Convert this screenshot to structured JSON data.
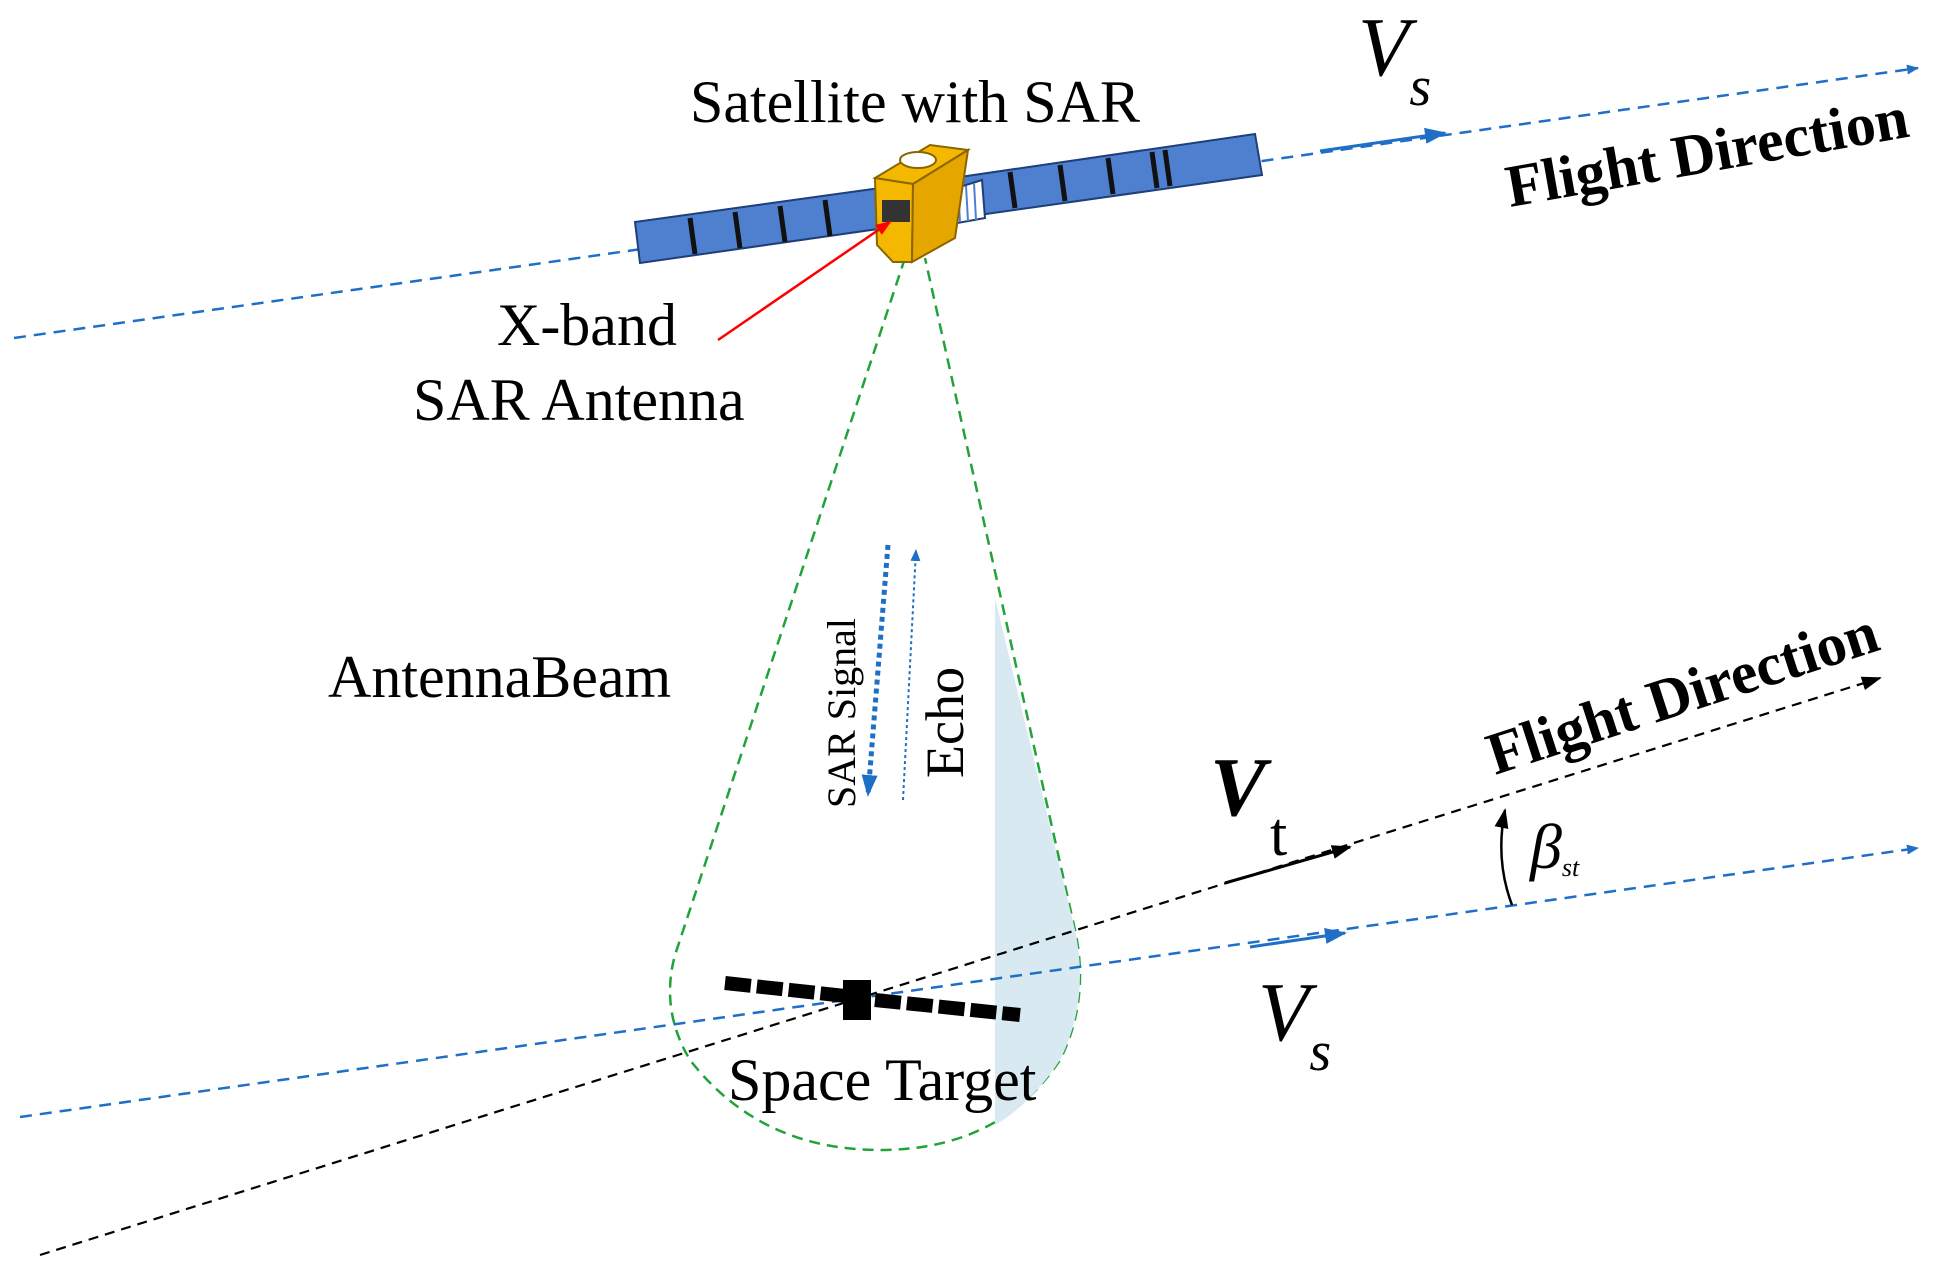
{
  "labels": {
    "satellite": "Satellite with SAR",
    "xband_line1": "X-band",
    "xband_line2": "SAR Antenna",
    "beam": "AntennaBeam",
    "sar_signal": "SAR Signal",
    "echo": "Echo",
    "space_target": "Space Target",
    "flight_direction_top": "Flight Direction",
    "flight_direction_target": "Flight Direction"
  },
  "symbols": {
    "vs_main": "V",
    "vs_sub": "s",
    "vt_main": "V",
    "vt_sub": "t",
    "beta_main": "β",
    "beta_sub": "st"
  },
  "colors": {
    "orbit_line": "#1f6fc6",
    "beam_outline": "#22a33a",
    "solar_panel": "#4f7fcf",
    "satellite_body": "#f5b800",
    "pointer_arrow": "#ff0000",
    "beam_fill": "#d8e9f2",
    "target_line": "#000000"
  }
}
